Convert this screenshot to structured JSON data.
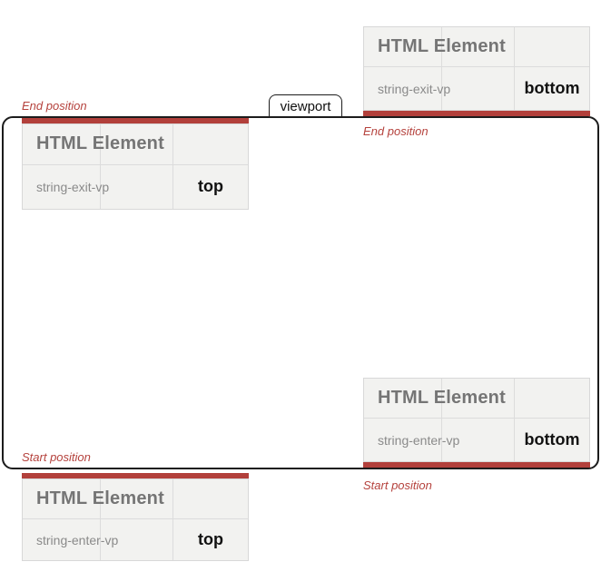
{
  "colors": {
    "accent_red_bar": "#b2403b",
    "annotation_red": "#b5423d",
    "card_background": "#f2f2f0",
    "card_border": "#d8d8d8",
    "grid_line": "#dcdcdc",
    "title_gray": "#757575",
    "property_gray": "#8a8a8a",
    "edge_black": "#111111",
    "viewport_border": "#1c1c1c"
  },
  "viewport": {
    "label": "viewport"
  },
  "annotations": {
    "end_left": "End position",
    "end_right": "End position",
    "start_left": "Start position",
    "start_right": "Start position"
  },
  "elements": [
    {
      "title": "HTML Element",
      "property": "string-exit-vp",
      "edge": "bottom",
      "marker_side": "bottom"
    },
    {
      "title": "HTML Element",
      "property": "string-exit-vp",
      "edge": "top",
      "marker_side": "top"
    },
    {
      "title": "HTML Element",
      "property": "string-enter-vp",
      "edge": "bottom",
      "marker_side": "bottom"
    },
    {
      "title": "HTML Element",
      "property": "string-enter-vp",
      "edge": "top",
      "marker_side": "top"
    }
  ]
}
